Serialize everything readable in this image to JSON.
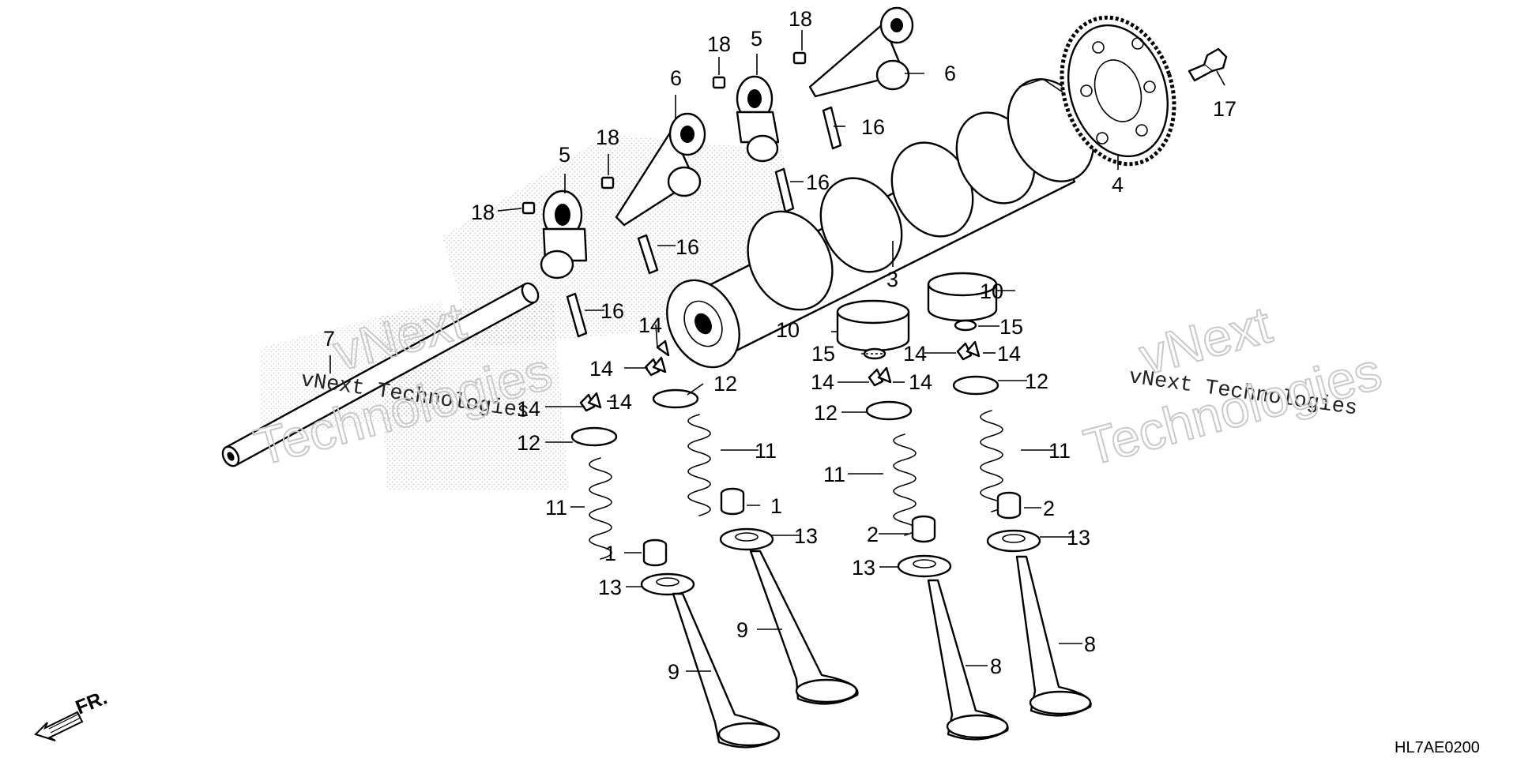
{
  "diagram": {
    "drawing_code": "HL7AE0200",
    "front_marker": "FR.",
    "watermark": {
      "line_text": "vNext Technologies",
      "stacked_top": "vNext",
      "stacked_bottom": "Technologies"
    },
    "callout_numbers": [
      "1",
      "2",
      "3",
      "4",
      "5",
      "6",
      "7",
      "8",
      "9",
      "10",
      "11",
      "12",
      "13",
      "14",
      "15",
      "16",
      "17",
      "18"
    ],
    "components": [
      {
        "number": "1",
        "name": "valve-stem-seal"
      },
      {
        "number": "2",
        "name": "valve-stem-seal"
      },
      {
        "number": "3",
        "name": "camshaft"
      },
      {
        "number": "4",
        "name": "cam-sprocket"
      },
      {
        "number": "5",
        "name": "rocker-arm"
      },
      {
        "number": "6",
        "name": "rocker-arm"
      },
      {
        "number": "7",
        "name": "rocker-arm-shaft"
      },
      {
        "number": "8",
        "name": "exhaust-valve"
      },
      {
        "number": "9",
        "name": "intake-valve"
      },
      {
        "number": "10",
        "name": "valve-lifter"
      },
      {
        "number": "11",
        "name": "valve-spring"
      },
      {
        "number": "12",
        "name": "valve-spring-retainer"
      },
      {
        "number": "13",
        "name": "valve-spring-seat"
      },
      {
        "number": "14",
        "name": "valve-cotter"
      },
      {
        "number": "15",
        "name": "shim"
      },
      {
        "number": "16",
        "name": "adjusting-screw"
      },
      {
        "number": "17",
        "name": "sprocket-bolt"
      },
      {
        "number": "18",
        "name": "lock-nut"
      }
    ],
    "colors": {
      "line": "#000000",
      "background": "#ffffff",
      "watermark_outline": "#c9c9c9"
    }
  }
}
